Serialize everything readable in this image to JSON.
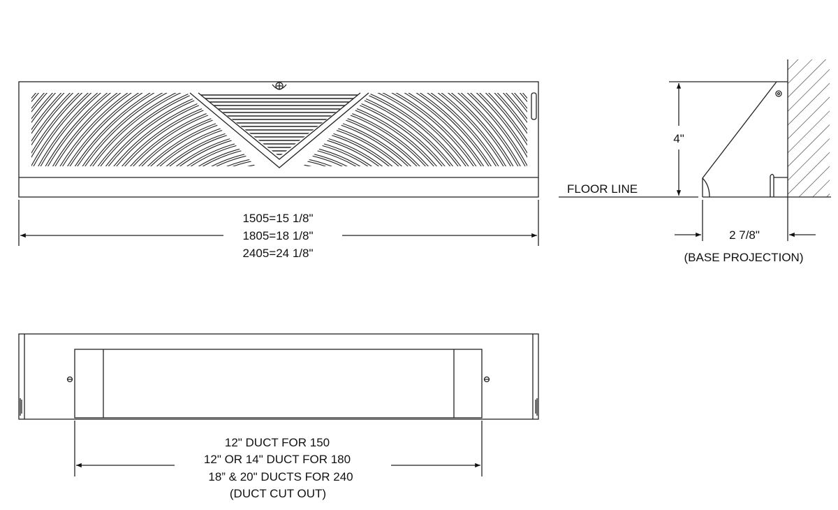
{
  "front_view": {
    "length_labels": [
      "1505=15 1/8\"",
      "1805=18 1/8\"",
      "2405=24 1/8\""
    ]
  },
  "side_view": {
    "height_label": "4\"",
    "floor_label": "FLOOR LINE",
    "projection_label": "2 7/8\"",
    "projection_caption": "(BASE PROJECTION)"
  },
  "bottom_view": {
    "duct_labels": [
      "12\" DUCT FOR 150",
      "12\" OR 14\" DUCT FOR 180",
      "18” & 20\" DUCTS FOR 240",
      "(DUCT CUT OUT)"
    ]
  }
}
